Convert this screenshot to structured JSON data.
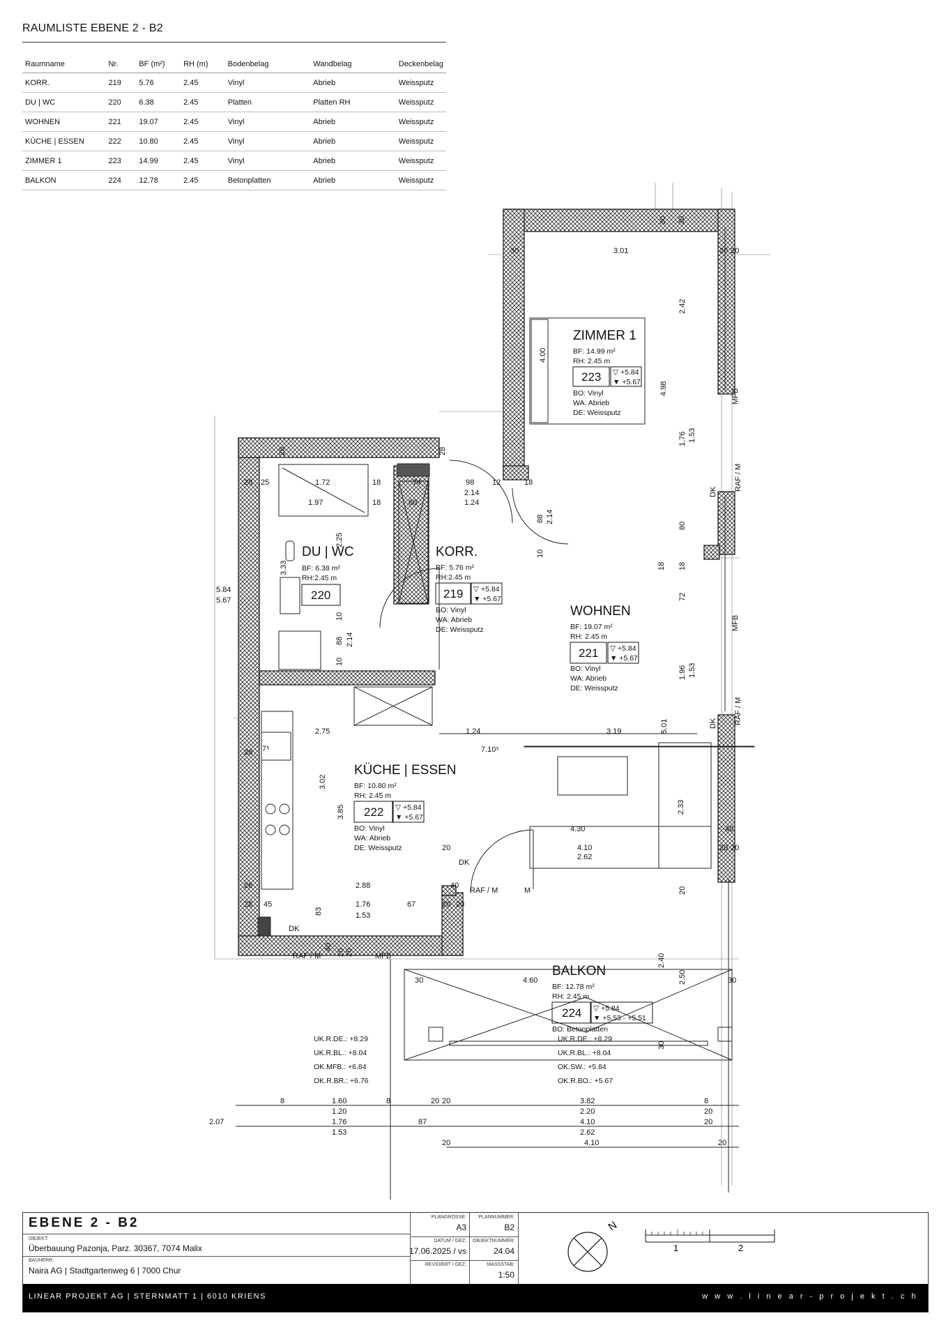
{
  "room_list": {
    "title": "RAUMLISTE EBENE 2 - B2",
    "columns": [
      "Raumname",
      "Nr.",
      "BF (m²)",
      "RH (m)",
      "Bodenbelag",
      "Wandbelag",
      "Deckenbelag"
    ],
    "rows": [
      [
        "KORR.",
        "219",
        "5.76",
        "2.45",
        "Vinyl",
        "Abrieb",
        "Weissputz"
      ],
      [
        "DU | WC",
        "220",
        "6.38",
        "2.45",
        "Platten",
        "Platten RH",
        "Weissputz"
      ],
      [
        "WOHNEN",
        "221",
        "19.07",
        "2.45",
        "Vinyl",
        "Abrieb",
        "Weissputz"
      ],
      [
        "KÜCHE | ESSEN",
        "222",
        "10.80",
        "2.45",
        "Vinyl",
        "Abrieb",
        "Weissputz"
      ],
      [
        "ZIMMER 1",
        "223",
        "14.99",
        "2.45",
        "Vinyl",
        "Abrieb",
        "Weissputz"
      ],
      [
        "BALKON",
        "224",
        "12.78",
        "2.45",
        "Betonplatten",
        "Abrieb",
        "Weissputz"
      ]
    ]
  },
  "rooms": {
    "zimmer1": {
      "name": "ZIMMER 1",
      "bf": "BF: 14.99 m²",
      "rh": "RH:  2.45 m",
      "nr": "223",
      "lvl_top": "▽ +5.84",
      "lvl_bot": "▼ +5.67",
      "bo": "BO:  Vinyl",
      "wa": "WA:  Abrieb",
      "de": "DE:  Weissputz"
    },
    "du_wc": {
      "name": "DU | WC",
      "bf": "BF: 6.38 m²",
      "rh": "RH:2.45 m",
      "nr": "220"
    },
    "korr": {
      "name": "KORR.",
      "bf": "BF: 5.76 m²",
      "rh": "RH:2.45 m",
      "nr": "219",
      "lvl_top": "▽ +5.84",
      "lvl_bot": "▼ +5.67",
      "bo": "BO:  Vinyl",
      "wa": "WA:  Abrieb",
      "de": "DE:  Weissputz"
    },
    "wohnen": {
      "name": "WOHNEN",
      "bf": "BF: 19.07 m²",
      "rh": "RH:  2.45 m",
      "nr": "221",
      "lvl_top": "▽ +5.84",
      "lvl_bot": "▼ +5.67",
      "bo": "BO:  Vinyl",
      "wa": "WA:  Abrieb",
      "de": "DE:  Weissputz"
    },
    "kueche": {
      "name": "KÜCHE | ESSEN",
      "bf": "BF: 10.80 m²",
      "rh": "RH:  2.45 m",
      "nr": "222",
      "lvl_top": "▽ +5.84",
      "lvl_bot": "▼ +5.67",
      "bo": "BO:  Vinyl",
      "wa": "WA:  Abrieb",
      "de": "DE:  Weissputz"
    },
    "balkon": {
      "name": "BALKON",
      "bf": "BF: 12.78 m²",
      "rh": "RH:  2.45 m",
      "nr": "224",
      "lvl_top": "▽ +5.84",
      "lvl_bot": "▼ +5.53 - +5.51",
      "bo": "BO:  Betonplatten"
    }
  },
  "level_notes_left": [
    "UK.R.DE.:  +8.29",
    "UK.R.BL.:  +8.04",
    "OK.MFB.:  +6.84",
    "OK.R.BR.:  +6.76"
  ],
  "level_notes_right": [
    "UK.R.DE.:  +8.29",
    "UK.R.BL.:  +8.04",
    "OK.SW.:    +5.84",
    "OK.R.BO.:  +5.67"
  ],
  "window_labels": {
    "mfb": "MFB",
    "raf_m": "RAF / M",
    "dk": "DK",
    "m": "M"
  },
  "side_levels": {
    "top": "5.84",
    "bot": "5.67"
  },
  "dimensions": {
    "z_top": "3.01",
    "z_30a": "30",
    "z_30b": "30",
    "z_30c": "30",
    "z_20a": "20",
    "z_20b": "20",
    "z_242": "2.42",
    "z_400": "4.00",
    "z_498": "4.98",
    "z_176": "1.76",
    "z_153": "1.53",
    "z_80": "80",
    "wc_172": "1.72",
    "wc_197": "1.97",
    "wc_18a": "18",
    "wc_18b": "18",
    "wc_28": "28",
    "wc_25": "25",
    "wc_225": "2.25",
    "wc_333": "3.33",
    "wc_10a": "10",
    "wc_88": "88",
    "wc_214": "2.14",
    "wc_10b": "10",
    "k_74": "74",
    "k_60": "60",
    "k_98": "98",
    "k_12": "12",
    "k_214": "2.14",
    "k_124": "1.24",
    "k_18": "18",
    "k_88": "88",
    "k_214b": "2.14",
    "k_10": "10",
    "k_28a": "28",
    "k_28b": "28",
    "w_18a": "18",
    "w_18b": "18",
    "w_72": "72",
    "w_196": "1.96",
    "w_153": "1.53",
    "w_501": "5.01",
    "row_275": "2.75",
    "row_124": "1.24",
    "row_319": "3.19",
    "row_7105": "7.10⁵",
    "ke_302": "3.02",
    "ke_385": "3.85",
    "ke_233": "2.33",
    "ke_430": "4.30",
    "ke_410": "4.10",
    "ke_262": "2.62",
    "ke_20a": "20",
    "ke_20b": "20",
    "ke_40a": "40",
    "ke_288": "2.88",
    "ke_40b": "40",
    "ke_20c": "20",
    "ke_28a": "28",
    "ke_28b": "28",
    "ke_28c": "28",
    "ke_75": "7⁵",
    "b_45": "45",
    "b_83": "83",
    "b_176": "1.76",
    "b_153": "1.53",
    "b_67": "67",
    "b_20a": "20",
    "b_20b": "20",
    "b_40": "40",
    "b_20c": "20",
    "b_20d": "20",
    "bal_30a": "30",
    "bal_460": "4.60",
    "bal_30b": "30",
    "bal_240": "2.40",
    "bal_250": "2.50",
    "bal_30c": "30",
    "bal_20": "20",
    "bot_8a": "8",
    "bot_160": "1.60",
    "bot_120": "1.20",
    "bot_8b": "8",
    "bot_20a": "20",
    "bot_382": "3.82",
    "bot_220": "2.20",
    "bot_8c": "8",
    "bot_207": "2.07",
    "bot_176": "1.76",
    "bot_153": "1.53",
    "bot_87": "87",
    "bot_410": "4.10",
    "bot_262": "2.62",
    "bot_20b": "20",
    "bot_20c": "20",
    "bot_410b": "4.10",
    "bot_20d": "20",
    "bot_20e": "20",
    "bot_20f": "20"
  },
  "title_block": {
    "title": "EBENE 2 - B2",
    "objekt_label": "OBJEKT:",
    "objekt": "Überbauung Pazonja, Parz. 30367, 7074 Malix",
    "bauherr_label": "BAUHERR:",
    "bauherr": "Naira AG | Stadtgartenweg 6 | 7000 Chur",
    "plangroesse_label": "PLANGRÖSSE:",
    "plangroesse": "A3",
    "plannummer_label": "PLANNUMMER:",
    "plannummer": "B2",
    "datum_label": "DATUM / GEZ:",
    "datum": "17.06.2025 / vs",
    "objektnummer_label": "OBJEKTNUMMER:",
    "objektnummer": "24.04",
    "revidiert_label": "REVIDIERT / GEZ:",
    "massstab_label": "MASSSTAB:",
    "massstab": "1:50",
    "north": "N",
    "scale_1": "1",
    "scale_2": "2",
    "company": "LINEAR PROJEKT AG | STERNMATT 1 | 6010 KRIENS",
    "website": "w w w . l i n e a r - p r o j e k t . c h"
  }
}
